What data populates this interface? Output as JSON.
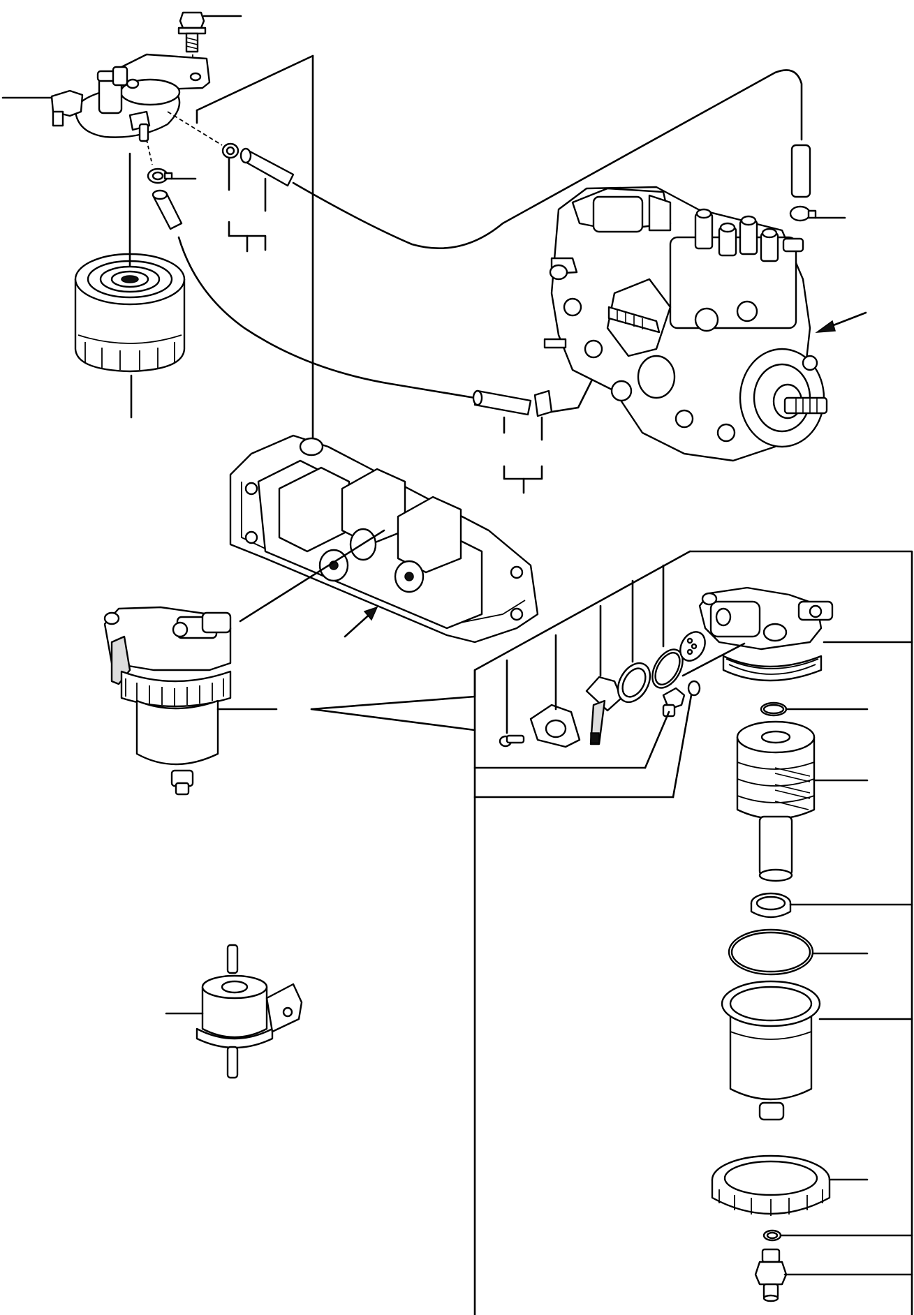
{
  "figure": {
    "kind": "exploded parts diagram",
    "line_color": "#000000",
    "background": "#ffffff"
  },
  "parts": [
    {
      "id": "mounting-bolt",
      "icon": "bolt-icon"
    },
    {
      "id": "filter-head",
      "icon": "filter-head-icon"
    },
    {
      "id": "banjo-fitting",
      "icon": "fitting-icon"
    },
    {
      "id": "hose-clamp",
      "icon": "clamp-icon"
    },
    {
      "id": "fuel-hose",
      "icon": "hose-icon"
    },
    {
      "id": "spin-on-filter",
      "icon": "filter-cartridge-icon"
    },
    {
      "id": "injection-pump",
      "icon": "pump-icon"
    },
    {
      "id": "intake-manifold",
      "icon": "manifold-icon"
    },
    {
      "id": "water-separator-assembly",
      "icon": "separator-icon"
    },
    {
      "id": "inline-fuel-filter",
      "icon": "inline-filter-icon"
    },
    {
      "id": "detail-screw",
      "icon": "screw-icon"
    },
    {
      "id": "detail-plate",
      "icon": "plate-icon"
    },
    {
      "id": "detail-lever",
      "icon": "lever-icon"
    },
    {
      "id": "detail-gasket",
      "icon": "gasket-icon"
    },
    {
      "id": "detail-o-ring",
      "icon": "o-ring-icon"
    },
    {
      "id": "detail-bleed-screw",
      "icon": "bleed-screw-icon"
    },
    {
      "id": "detail-seal",
      "icon": "seal-icon"
    },
    {
      "id": "detail-head",
      "icon": "separator-head-icon"
    },
    {
      "id": "detail-element",
      "icon": "filter-element-icon"
    },
    {
      "id": "detail-spring-seat",
      "icon": "spring-seat-icon"
    },
    {
      "id": "detail-large-o-ring",
      "icon": "large-o-ring-icon"
    },
    {
      "id": "detail-bowl",
      "icon": "bowl-icon"
    },
    {
      "id": "detail-retaining-ring",
      "icon": "retaining-ring-icon"
    },
    {
      "id": "detail-drain-o-ring",
      "icon": "small-o-ring-icon"
    },
    {
      "id": "detail-drain-plug",
      "icon": "drain-plug-icon"
    }
  ]
}
